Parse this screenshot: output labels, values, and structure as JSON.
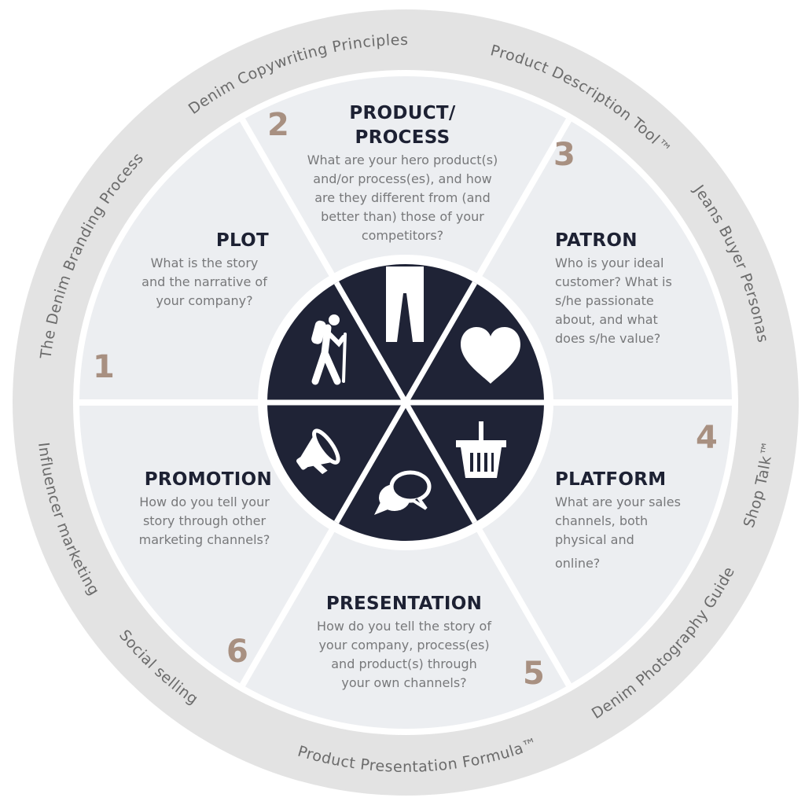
{
  "ring_labels": [
    {
      "text": "The Denim Branding Process",
      "dir": "cw"
    },
    {
      "text": "Denim Copywriting Principles",
      "dir": "cw"
    },
    {
      "text": "Product Description Tool™",
      "dir": "cw"
    },
    {
      "text": "Jeans Buyer Personas",
      "dir": "cw"
    },
    {
      "text": "Shop Talk™",
      "dir": "ccw"
    },
    {
      "text": "Denim Photography Guide",
      "dir": "ccw"
    },
    {
      "text": "Product Presentation Formula™",
      "dir": "ccw"
    },
    {
      "text": "Social selling",
      "dir": "ccw"
    },
    {
      "text": "Influencer marketing",
      "dir": "ccw"
    }
  ],
  "segments": [
    {
      "number": "1",
      "title": "PLOT",
      "lines": [
        "What is the story",
        "and the narrative of",
        "your company?"
      ],
      "icon": "hiker-icon"
    },
    {
      "number": "2",
      "title": "PRODUCT/",
      "title2": "PROCESS",
      "lines": [
        "What are your hero product(s)",
        "and/or process(es), and how",
        "are they different from (and",
        "better than) those of your",
        "competitors?"
      ],
      "icon": "jeans-icon"
    },
    {
      "number": "3",
      "title": "PATRON",
      "lines": [
        "Who is your ideal",
        "customer? What is",
        "s/he passionate",
        "about, and what",
        "does s/he value?"
      ],
      "icon": "heart-icon"
    },
    {
      "number": "4",
      "title": "PLATFORM",
      "lines": [
        "What are your sales",
        "channels, both",
        "physical and",
        "online?"
      ],
      "icon": "basket-icon"
    },
    {
      "number": "5",
      "title": "PRESENTATION",
      "lines": [
        "How do you tell the story of",
        "your company, process(es)",
        "and product(s) through",
        "your own channels?"
      ],
      "icon": "chat-bubbles-icon"
    },
    {
      "number": "6",
      "title": "PROMOTION",
      "lines": [
        "How do you tell your",
        "story through other",
        "marketing channels?"
      ],
      "icon": "megaphone-icon"
    }
  ],
  "colors": {
    "ring": "#e3e3e3",
    "disc": "#eceef1",
    "center": "#1f2336",
    "number": "#a89081",
    "heading": "#1d2133",
    "body": "#77787a"
  }
}
